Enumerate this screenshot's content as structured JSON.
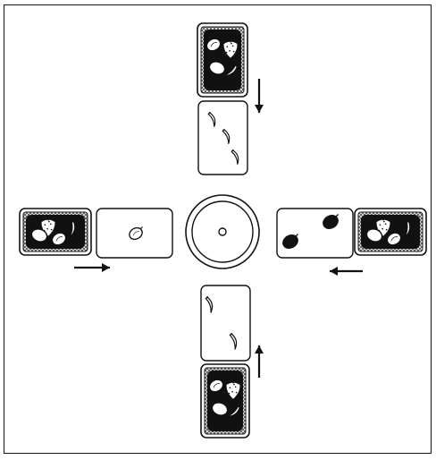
{
  "game": {
    "type": "card-table",
    "ink_color": "#111111",
    "paper_color": "#ffffff",
    "pattern_color": "#5a5a5a",
    "bell": {
      "name": "center-bell"
    },
    "players": [
      {
        "seat": "top",
        "pile_fruits": [
          "strawberry",
          "lime",
          "lemon",
          "banana"
        ],
        "faceup_fruit": "banana",
        "faceup_count": 3,
        "arrow": "down"
      },
      {
        "seat": "left",
        "pile_fruits": [
          "strawberry",
          "lime",
          "lemon",
          "banana"
        ],
        "faceup_fruit": "lime",
        "faceup_count": 1,
        "arrow": "right"
      },
      {
        "seat": "right",
        "pile_fruits": [
          "strawberry",
          "lime",
          "lemon",
          "banana"
        ],
        "faceup_fruit": "plum",
        "faceup_count": 2,
        "arrow": "left"
      },
      {
        "seat": "bottom",
        "pile_fruits": [
          "strawberry",
          "lime",
          "lemon",
          "banana"
        ],
        "faceup_fruit": "banana",
        "faceup_count": 2,
        "arrow": "up"
      }
    ]
  }
}
